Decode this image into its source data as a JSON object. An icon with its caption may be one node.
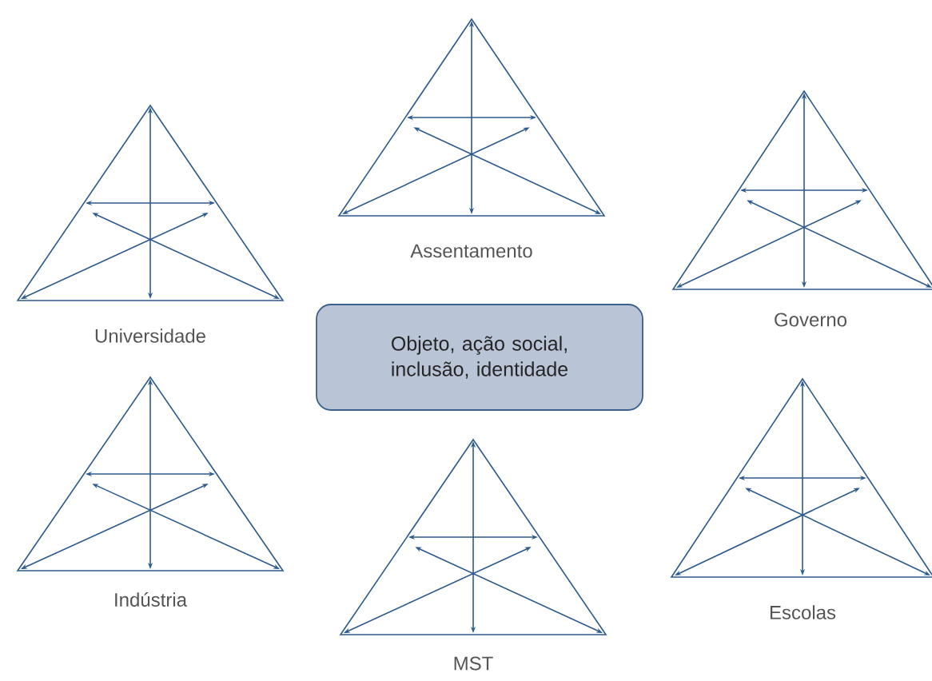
{
  "diagram": {
    "nodes": [
      {
        "text": [],
        "shape": "triangle",
        "beside": [
          "Assentamento"
        ]
      },
      {
        "text": [],
        "shape": "triangle",
        "beside": [
          "Governo"
        ]
      },
      {
        "text": [],
        "shape": "triangle",
        "beside": [
          "Universidade"
        ]
      },
      {
        "text": [
          "Objeto, ação social, inclusão, identidade"
        ]
      },
      {
        "text": [],
        "shape": "triangle",
        "beside": [
          "Indústria"
        ]
      },
      {
        "text": [],
        "shape": "triangle",
        "beside": [
          "Escolas"
        ]
      },
      {
        "text": [],
        "shape": "triangle",
        "beside": [
          "MST"
        ]
      }
    ]
  }
}
